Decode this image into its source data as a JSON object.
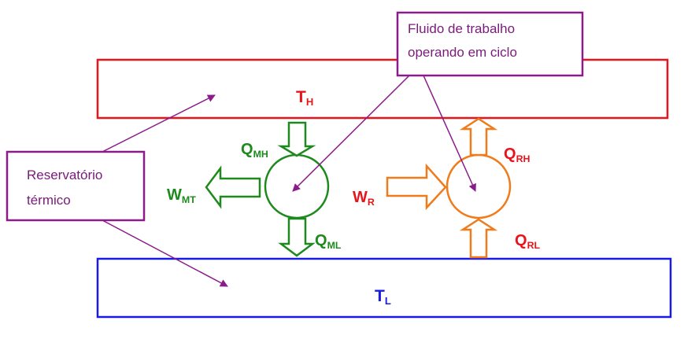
{
  "colors": {
    "hot": "#e8141b",
    "cold": "#1a1ae6",
    "engine": "#1e8a1e",
    "refrigerator": "#f07b1a",
    "callout": "#8b1a8b",
    "callout_text": "#7a1a7a"
  },
  "callouts": {
    "working_fluid": {
      "line1": "Fluido de trabalho",
      "line2": "operando em ciclo"
    },
    "reservoir": {
      "line1": "Reservatório",
      "line2": "térmico"
    }
  },
  "reservoirs": {
    "hot": {
      "main": "T",
      "sub": "H"
    },
    "cold": {
      "main": "T",
      "sub": "L"
    }
  },
  "engine": {
    "q_hot": {
      "main": "Q",
      "sub": "MH"
    },
    "work": {
      "main": "W",
      "sub": "MT"
    },
    "q_cold": {
      "main": "Q",
      "sub": "ML"
    }
  },
  "refrigerator": {
    "q_hot": {
      "main": "Q",
      "sub": "RH"
    },
    "work": {
      "main": "W",
      "sub": "R"
    },
    "q_cold": {
      "main": "Q",
      "sub": "RL"
    }
  }
}
